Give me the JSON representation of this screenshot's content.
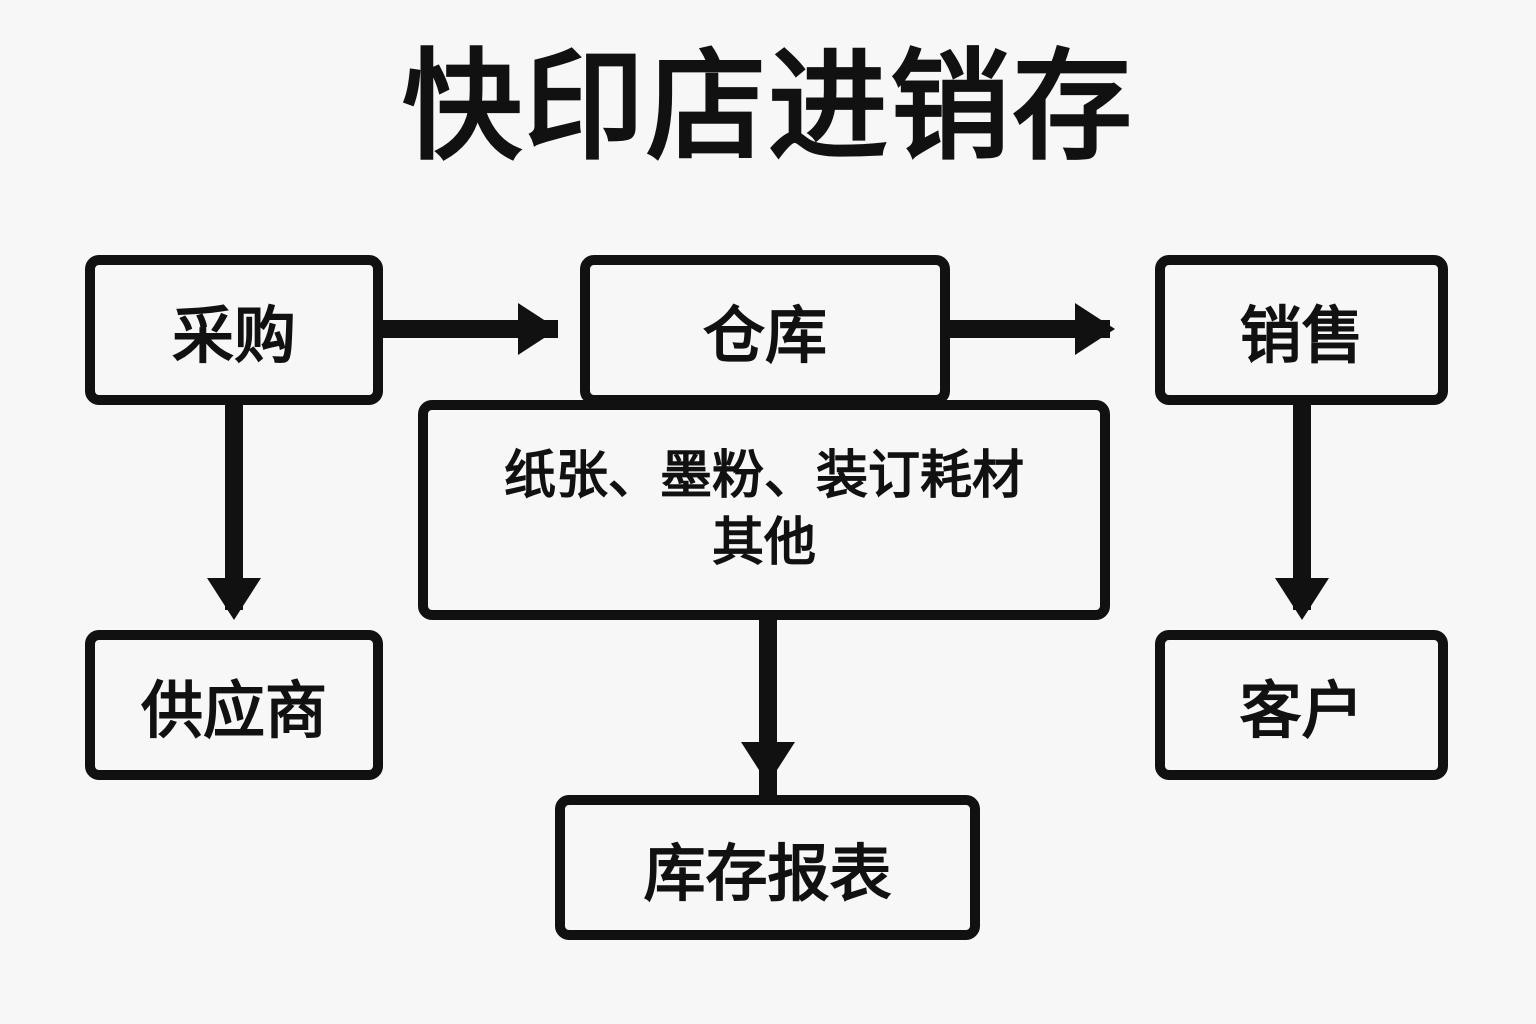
{
  "title": "快印店进销存",
  "background_color": "#f7f7f7",
  "stroke_color": "#111111",
  "chart_data": {
    "type": "diagram",
    "title": "快印店进销存",
    "diagram_kind": "flowchart",
    "nodes": [
      {
        "id": "procurement",
        "label": "采购",
        "row": "top",
        "column": "left"
      },
      {
        "id": "warehouse",
        "label": "仓库",
        "row": "top",
        "column": "center"
      },
      {
        "id": "sales",
        "label": "销售",
        "row": "top",
        "column": "right"
      },
      {
        "id": "supplier",
        "label": "供应商",
        "row": "middle",
        "column": "left"
      },
      {
        "id": "consumables",
        "label": "纸张、墨粉、装订耗材\n其他",
        "row": "middle",
        "column": "center"
      },
      {
        "id": "customer",
        "label": "客户",
        "row": "middle",
        "column": "right"
      },
      {
        "id": "report",
        "label": "库存报表",
        "row": "bottom",
        "column": "center"
      }
    ],
    "edges": [
      {
        "from": "procurement",
        "to": "warehouse",
        "direction": "right"
      },
      {
        "from": "warehouse",
        "to": "sales",
        "direction": "right"
      },
      {
        "from": "procurement",
        "to": "supplier",
        "direction": "down"
      },
      {
        "from": "sales",
        "to": "customer",
        "direction": "down"
      },
      {
        "from": "warehouse",
        "to": "consumables",
        "direction": "down"
      },
      {
        "from": "consumables",
        "to": "report",
        "direction": "down"
      }
    ]
  },
  "nodes": {
    "procurement": {
      "label": "采购"
    },
    "warehouse": {
      "label": "仓库"
    },
    "sales": {
      "label": "销售"
    },
    "supplier": {
      "label": "供应商"
    },
    "customer": {
      "label": "客户"
    },
    "report": {
      "label": "库存报表"
    },
    "consumables": {
      "line1": "纸张、墨粉、装订耗材",
      "line2": "其他"
    }
  }
}
